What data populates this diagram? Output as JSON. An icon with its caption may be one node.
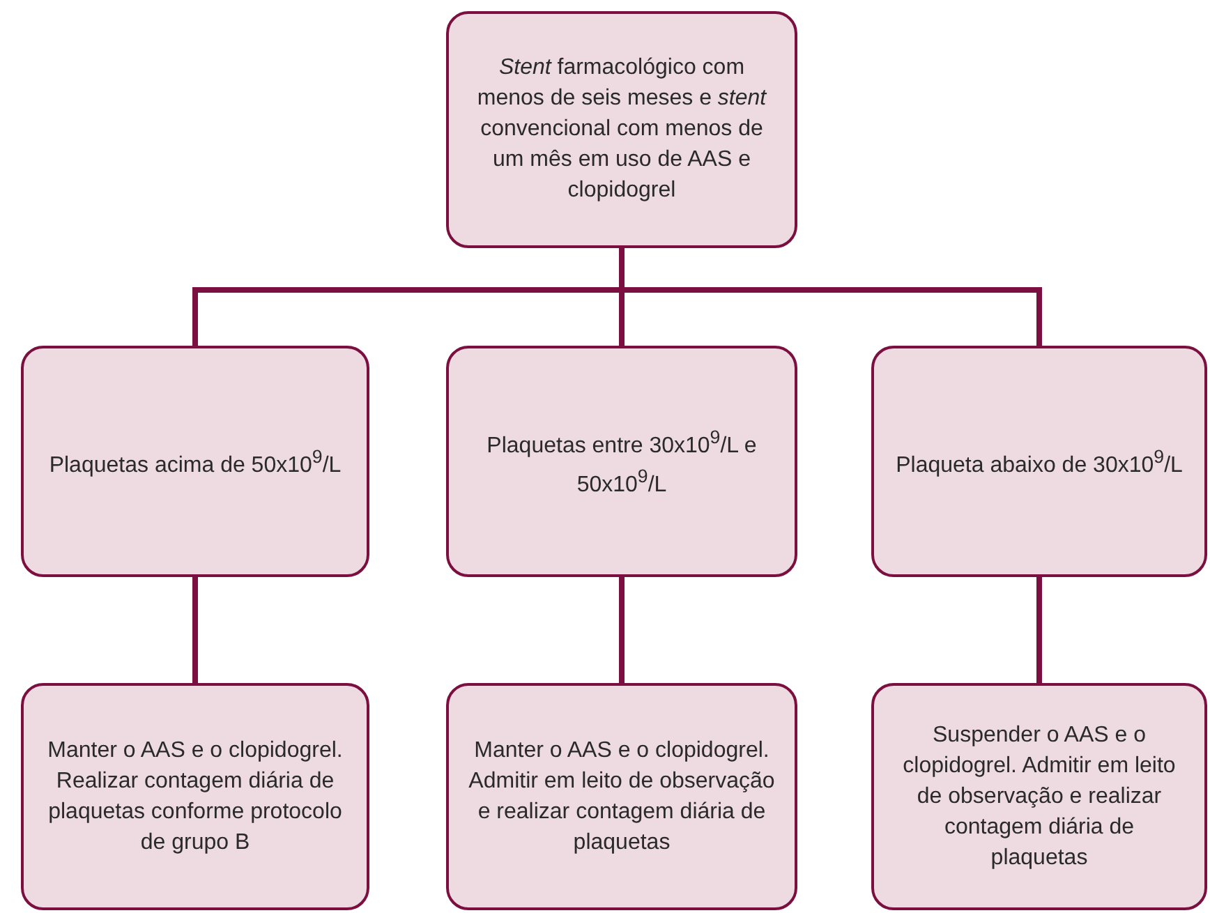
{
  "diagram": {
    "nodes": [
      {
        "text": [
          "*Stent* farmacológico com menos de seis meses e *stent* convencional com menos de um mês em uso de AAS e clopidogrel"
        ]
      },
      {
        "text": [
          "Plaquetas acima de 50x10$^{9}$/L"
        ]
      },
      {
        "text": [
          "Plaquetas entre 30x10$^{9}$/L e 50x10$^{9}$/L"
        ]
      },
      {
        "text": [
          "Plaqueta abaixo de 30x10$^{9}$/L"
        ]
      },
      {
        "text": [
          "Manter o AAS e o clopidogrel. Realizar contagem diária de plaquetas conforme protocolo de grupo B"
        ]
      },
      {
        "text": [
          "Manter o AAS e o clopidogrel. Admitir em leito de observação e realizar contagem diária de plaquetas"
        ]
      },
      {
        "text": [
          "Suspender o AAS e o clopidogrel. Admitir em leito de observação e realizar contagem diária de plaquetas"
        ]
      }
    ],
    "edges": [
      {
        "from": 0,
        "to": 1,
        "arrow": "none"
      },
      {
        "from": 0,
        "to": 2,
        "arrow": "none"
      },
      {
        "from": 0,
        "to": 3,
        "arrow": "none"
      },
      {
        "from": 1,
        "to": 4,
        "arrow": "none"
      },
      {
        "from": 2,
        "to": 5,
        "arrow": "none"
      },
      {
        "from": 3,
        "to": 6,
        "arrow": "none"
      }
    ]
  }
}
